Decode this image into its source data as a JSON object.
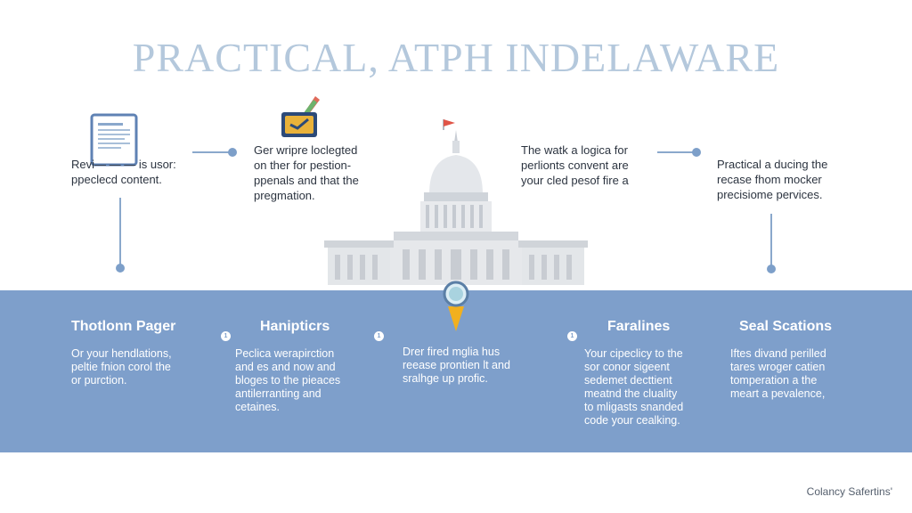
{
  "title": "PRACTICAL, ATPH INDELAWARE",
  "top_items": [
    {
      "text": "Revi— — — is usor:\nppeclecd content."
    },
    {
      "text": "Ger wripre loclegted\non ther for pestion-\nppenals and that the\npregmation."
    },
    {
      "text": "The watk a logica for\nperlionts convent are\nyour cled pesof fire a"
    },
    {
      "text": "Practical a ducing the\nrecase fhom mocker\nprecisiome pervices."
    }
  ],
  "bottom_items": [
    {
      "heading": "Thotlonn Pager",
      "text": "Or your hendlations,\npeltie fnion corol the\nor purction."
    },
    {
      "heading": "Hanipticrs",
      "text": "Peclica werapirction\nand es and now and\nbloges to the pieaces\nantilerranting and\ncetaines."
    },
    {
      "heading": "",
      "text": "Drer fired mglia hus\nreease prontien lt and\nsralhge up profic."
    },
    {
      "heading": "Faralines",
      "text": "Your cipeclicy to the\nsor conor sigeent\nsedemet decttient\nmeatnd the cluality\nto mligasts snanded\ncode your cealking."
    },
    {
      "heading": "Seal Scations",
      "text": "Iftes divand perilled\ntares wroger catien\ntomperation a the\nmeart a pevalence,"
    }
  ],
  "markers": [
    "1",
    "1",
    "1"
  ],
  "footer": "Colancy Safertins'",
  "colors": {
    "accent": "#7e9fcb",
    "title": "#b4c8dc",
    "line": "#8aa8cc"
  },
  "icons": [
    "document-icon",
    "briefcase-icon",
    "capitol-building-icon",
    "location-pin-icon"
  ]
}
